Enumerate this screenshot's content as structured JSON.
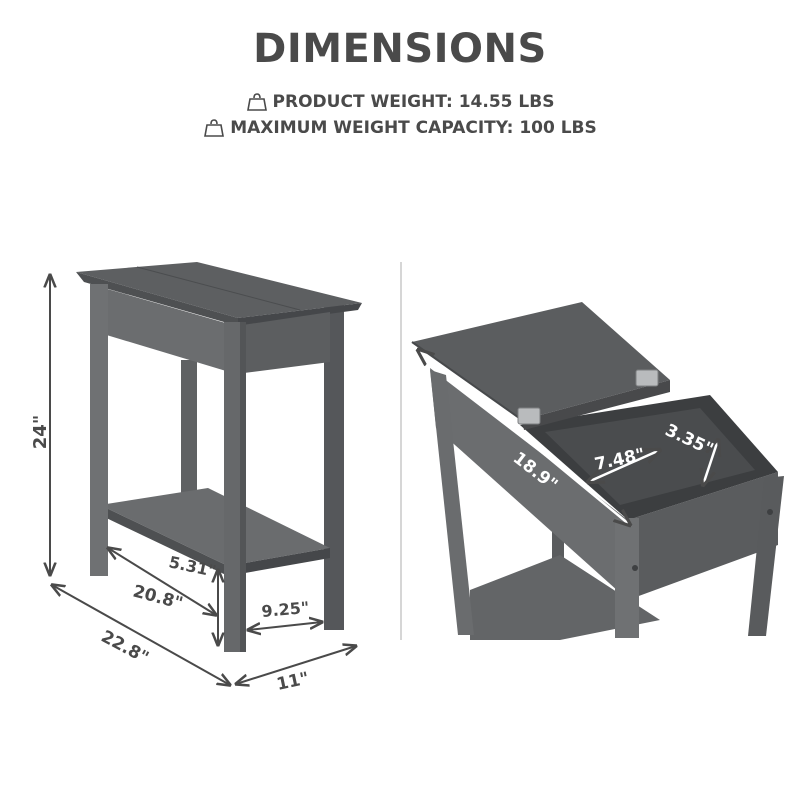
{
  "header": {
    "title": "DIMENSIONS",
    "product_weight": "PRODUCT WEIGHT: 14.55 LBS",
    "max_capacity": "MAXIMUM WEIGHT CAPACITY: 100 LBS"
  },
  "dimensions": {
    "height": "24\"",
    "shelf_height": "5.31\"",
    "depth_inner": "20.8\"",
    "depth_outer": "22.8\"",
    "width_inner": "9.25\"",
    "width_outer": "11\"",
    "drawer_length": "18.9\"",
    "drawer_width": "7.48\"",
    "drawer_depth": "3.35\""
  },
  "colors": {
    "text": "#4a4a4a",
    "table_top": "#5d5f61",
    "table_mid": "#6b6d6f",
    "table_dark": "#4e5052",
    "divider": "#c8c8c8"
  }
}
